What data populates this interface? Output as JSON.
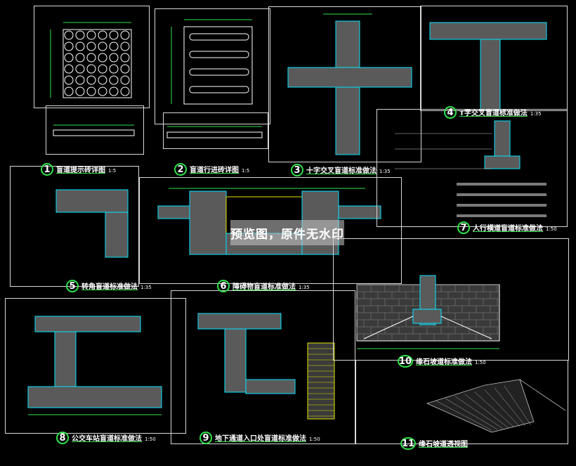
{
  "watermark": "预览图，原件无水印",
  "drawings": [
    {
      "num": "1",
      "title": "盲道提示砖详图",
      "scale": "1:5"
    },
    {
      "num": "2",
      "title": "盲道行进砖详图",
      "scale": "1:5"
    },
    {
      "num": "3",
      "title": "十字交叉盲道标准做法",
      "scale": "1:35"
    },
    {
      "num": "4",
      "title": "T字交叉盲道标准做法",
      "scale": "1:35"
    },
    {
      "num": "5",
      "title": "转角盲道标准做法",
      "scale": "1:35"
    },
    {
      "num": "6",
      "title": "障碍物盲道标准做法",
      "scale": "1:35"
    },
    {
      "num": "7",
      "title": "人行横道盲道标准做法",
      "scale": "1:50"
    },
    {
      "num": "8",
      "title": "公交车站盲道标准做法",
      "scale": "1:50"
    },
    {
      "num": "9",
      "title": "地下通道入口处盲道标准做法",
      "scale": "1:50"
    },
    {
      "num": "10",
      "title": "缘石坡道标准做法",
      "scale": "1:50"
    },
    {
      "num": "11",
      "title": "缘石坡道透视图",
      "scale": ""
    }
  ]
}
